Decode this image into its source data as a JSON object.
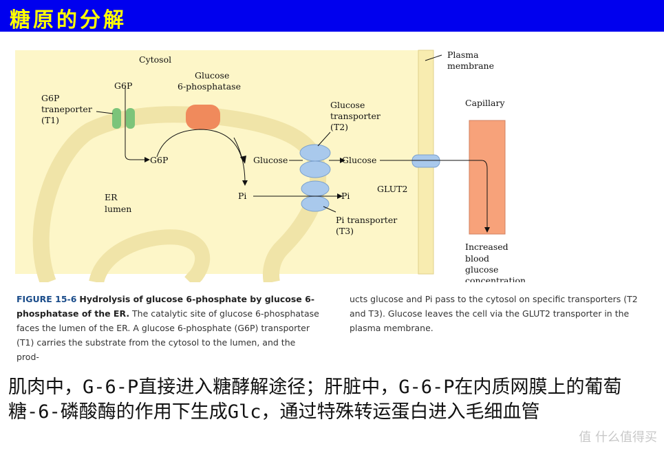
{
  "title": "糖原的分解",
  "figure": {
    "cytosol": "Cytosol",
    "plasma_membrane": [
      "Plasma",
      "membrane"
    ],
    "glucose_6_phosphatase": [
      "Glucose",
      "6-phosphatase"
    ],
    "g6p_top": "G6P",
    "g6p_transporter": [
      "G6P",
      "traneporter",
      "(T1)"
    ],
    "g6p_lumen": "G6P",
    "glucose_left": "Glucose",
    "glucose_right": "Glucose",
    "glucose_transporter": [
      "Glucose",
      "transporter",
      "(T2)"
    ],
    "capillary": "Capillary",
    "glut2": "GLUT2",
    "pi_left": "Pi",
    "pi_right": "Pi",
    "pi_transporter": [
      "Pi transporter",
      "(T3)"
    ],
    "er_lumen": [
      "ER",
      "lumen"
    ],
    "increased": [
      "Increased",
      "blood",
      "glucose",
      "concentration"
    ]
  },
  "caption": {
    "label": "FIGURE 15-6",
    "bold": "Hydrolysis of glucose 6-phosphate by glucose 6-phosphatase of the ER.",
    "left_rest": "The catalytic site of glucose 6-phosphatase faces the lumen of the ER. A glucose 6-phosphate (G6P) transporter (T1) carries the substrate from the cytosol to the lumen, and the prod-",
    "right": "ucts glucose and Pi pass to the cytosol on specific transporters (T2 and T3). Glucose leaves the cell via the GLUT2 transporter in the plasma membrane."
  },
  "bottom_text": "肌肉中，G-6-P直接进入糖酵解途径；肝脏中，G-6-P在内质网膜上的葡萄糖-6-磷酸酶的作用下生成Glc，通过特殊转运蛋白进入毛细血管",
  "watermark": "值 什么值得买",
  "colors": {
    "title_bg": "#0000ee",
    "title_text": "#ffff00",
    "cytosol_bg": "#fdf6c8",
    "membrane": "#f8ecb0",
    "g6p_transporter": "#7cc47a",
    "phosphatase": "#f08a5c",
    "transporter": "#a9c9ec",
    "capillary": "#f7a27a"
  }
}
